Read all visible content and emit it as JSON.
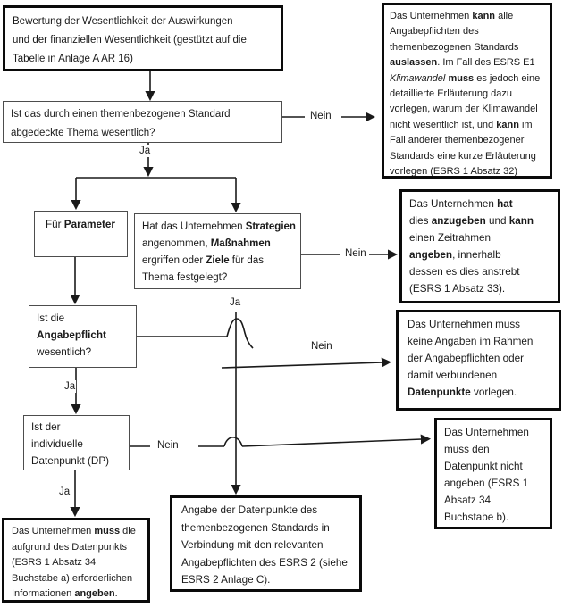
{
  "diagram": {
    "colors": {
      "line": "#1a1a1a",
      "thick_border": "#0a0a0a",
      "thin_border": "#4d4d4d",
      "background": "#ffffff",
      "text": "#1a1a1a"
    },
    "labels": {
      "ja1": "Ja",
      "nein1": "Nein",
      "ja2": "Ja",
      "nein2": "Nein",
      "ja3": "Ja",
      "nein3": "Nein",
      "ja4": "Ja",
      "nein4": "Nein"
    },
    "boxes": {
      "bewertung": {
        "lines": [
          [
            {
              "t": "Bewertung der Wesentlichkeit der Auswirkungen"
            }
          ],
          [
            {
              "t": "und der finanziellen Wesentlichkeit (gestützt auf die"
            }
          ],
          [
            {
              "t": "Tabelle in Anlage A AR 16)"
            }
          ]
        ]
      },
      "thema": {
        "lines": [
          [
            {
              "t": "Ist das durch einen themenbezogenen Standard"
            }
          ],
          [
            {
              "t": "abgedeckte Thema wesentlich?"
            }
          ]
        ]
      },
      "auslassen": {
        "lines": [
          [
            {
              "t": "Das Unternehmen "
            },
            {
              "t": "kann",
              "b": true
            },
            {
              "t": " alle"
            }
          ],
          [
            {
              "t": "Angabepflichten des"
            }
          ],
          [
            {
              "t": "themenbezogenen Standards"
            }
          ],
          [
            {
              "t": "auslassen",
              "b": true
            },
            {
              "t": ". Im Fall des ESRS E1"
            }
          ],
          [
            {
              "t": "Klimawandel",
              "i": true
            },
            {
              "t": " "
            },
            {
              "t": "muss",
              "b": true
            },
            {
              "t": " es jedoch eine"
            }
          ],
          [
            {
              "t": "detaillierte Erläuterung dazu"
            }
          ],
          [
            {
              "t": "vorlegen, warum der Klimawandel"
            }
          ],
          [
            {
              "t": "nicht wesentlich ist, und "
            },
            {
              "t": "kann",
              "b": true
            },
            {
              "t": " im"
            }
          ],
          [
            {
              "t": "Fall anderer themenbezogener"
            }
          ],
          [
            {
              "t": "Standards eine kurze Erläuterung"
            }
          ],
          [
            {
              "t": "vorlegen (ESRS 1 Absatz 32)"
            }
          ]
        ]
      },
      "parameter": {
        "lines": [
          [
            {
              "t": "Für "
            },
            {
              "t": "Parameter",
              "b": true
            }
          ]
        ]
      },
      "strategien": {
        "lines": [
          [
            {
              "t": "Hat das Unternehmen "
            },
            {
              "t": "Strategien",
              "b": true
            }
          ],
          [
            {
              "t": "angenommen, "
            },
            {
              "t": "Maßnahmen",
              "b": true
            }
          ],
          [
            {
              "t": "ergriffen oder "
            },
            {
              "t": "Ziele",
              "b": true
            },
            {
              "t": " für das"
            }
          ],
          [
            {
              "t": "Thema festgelegt?"
            }
          ]
        ]
      },
      "anzugeben": {
        "lines": [
          [
            {
              "t": "Das Unternehmen "
            },
            {
              "t": "hat",
              "b": true
            }
          ],
          [
            {
              "t": "dies "
            },
            {
              "t": "anzugeben",
              "b": true
            },
            {
              "t": " und "
            },
            {
              "t": "kann",
              "b": true
            }
          ],
          [
            {
              "t": "einen Zeitrahmen"
            }
          ],
          [
            {
              "t": "angeben",
              "b": true
            },
            {
              "t": ", innerhalb"
            }
          ],
          [
            {
              "t": "dessen es dies anstrebt"
            }
          ],
          [
            {
              "t": "(ESRS 1 Absatz 33)."
            }
          ]
        ]
      },
      "angabepflicht": {
        "lines": [
          [
            {
              "t": "Ist die"
            }
          ],
          [
            {
              "t": "Angabepflicht",
              "b": true
            }
          ],
          [
            {
              "t": "wesentlich?"
            }
          ]
        ]
      },
      "keine_angaben": {
        "lines": [
          [
            {
              "t": "Das Unternehmen muss"
            }
          ],
          [
            {
              "t": "keine Angaben im Rahmen"
            }
          ],
          [
            {
              "t": "der Angabepflichten oder"
            }
          ],
          [
            {
              "t": "damit verbundenen"
            }
          ],
          [
            {
              "t": "Datenpunkte",
              "b": true
            },
            {
              "t": " vorlegen."
            }
          ]
        ]
      },
      "datenpunkt": {
        "lines": [
          [
            {
              "t": "Ist der"
            }
          ],
          [
            {
              "t": "individuelle"
            }
          ],
          [
            {
              "t": "Datenpunkt (DP)"
            }
          ]
        ]
      },
      "dp_nicht_angeben": {
        "lines": [
          [
            {
              "t": "Das Unternehmen"
            }
          ],
          [
            {
              "t": "muss den"
            }
          ],
          [
            {
              "t": "Datenpunkt nicht"
            }
          ],
          [
            {
              "t": "angeben (ESRS 1"
            }
          ],
          [
            {
              "t": "Absatz 34"
            }
          ],
          [
            {
              "t": "Buchstabe b)."
            }
          ]
        ]
      },
      "angabe_datenpunkte": {
        "lines": [
          [
            {
              "t": "Angabe der Datenpunkte des"
            }
          ],
          [
            {
              "t": "themenbezogenen Standards in"
            }
          ],
          [
            {
              "t": "Verbindung mit den relevanten"
            }
          ],
          [
            {
              "t": "Angabepflichten des ESRS 2 (siehe"
            }
          ],
          [
            {
              "t": "ESRS 2 Anlage C)."
            }
          ]
        ]
      },
      "muss_angeben": {
        "lines": [
          [
            {
              "t": "Das Unternehmen "
            },
            {
              "t": "muss",
              "b": true
            },
            {
              "t": " die"
            }
          ],
          [
            {
              "t": "aufgrund des Datenpunkts"
            }
          ],
          [
            {
              "t": "(ESRS 1 Absatz 34"
            }
          ],
          [
            {
              "t": "Buchstabe a) erforderlichen"
            }
          ],
          [
            {
              "t": "Informationen "
            },
            {
              "t": "angeben",
              "b": true
            },
            {
              "t": "."
            }
          ]
        ]
      }
    }
  }
}
